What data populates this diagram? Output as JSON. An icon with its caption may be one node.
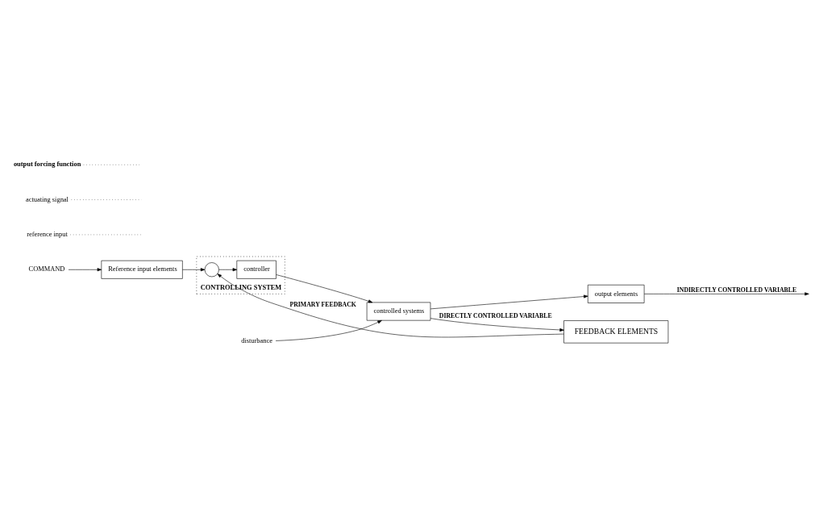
{
  "diagram": {
    "nodes": [
      {
        "text": [
          "COMMAND"
        ]
      },
      {
        "text": [
          "Reference input elements"
        ]
      },
      {
        "text": [
          "CONTROLLING SYSTEM"
        ]
      },
      {
        "text": [],
        "shape": "circle",
        "in": 2
      },
      {
        "text": [
          "controller"
        ],
        "in": 2
      },
      {
        "text": [
          "disturbance"
        ]
      },
      {
        "text": [
          "controlled systems"
        ]
      },
      {
        "text": [
          "output elements"
        ]
      },
      {
        "text": [
          "FEEDBACK ELEMENTS"
        ]
      },
      {
        "text": [
          "reference input"
        ]
      },
      {
        "text": [
          "actuating signal"
        ]
      },
      {
        "text": [
          "output forcing function"
        ]
      }
    ],
    "edges": [
      {
        "from": 0,
        "to": 1,
        "arrow": "to"
      },
      {
        "from": 1,
        "to": 3,
        "arrow": "to"
      },
      {
        "from": 3,
        "to": 4,
        "arrow": "to"
      },
      {
        "from": 4,
        "to": 6,
        "arrow": "to"
      },
      {
        "from": 5,
        "to": 6,
        "arrow": "to"
      },
      {
        "from": 6,
        "to": 7,
        "arrow": "to"
      },
      {
        "from": 7,
        "to": null,
        "arrow": "to",
        "label": "INDIRECTLY CONTROLLED VARIABLE"
      },
      {
        "from": 6,
        "to": 8,
        "arrow": "to",
        "label": "DIRECTLY CONTROLLED VARIABLE"
      },
      {
        "from": 8,
        "to": 3,
        "arrow": "to",
        "label": "PRIMARY FEEDBACK"
      },
      {
        "from": 9,
        "to": null,
        "arrow": "none",
        "style": "dashed"
      },
      {
        "from": 10,
        "to": null,
        "arrow": "none",
        "style": "dashed"
      },
      {
        "from": 11,
        "to": null,
        "arrow": "none",
        "style": "dashed"
      }
    ]
  }
}
